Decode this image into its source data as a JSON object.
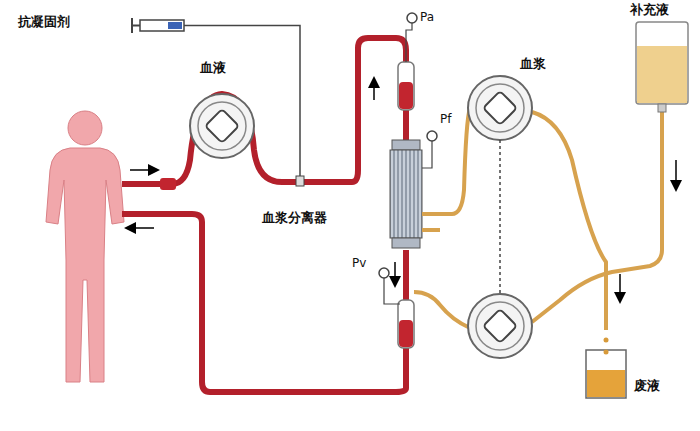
{
  "diagram": {
    "labels": [
      "抗凝固剂",
      "Pa",
      "补充液",
      "血液",
      "血浆",
      "Pf",
      "血浆分离器",
      "Pv",
      "废液"
    ]
  }
}
